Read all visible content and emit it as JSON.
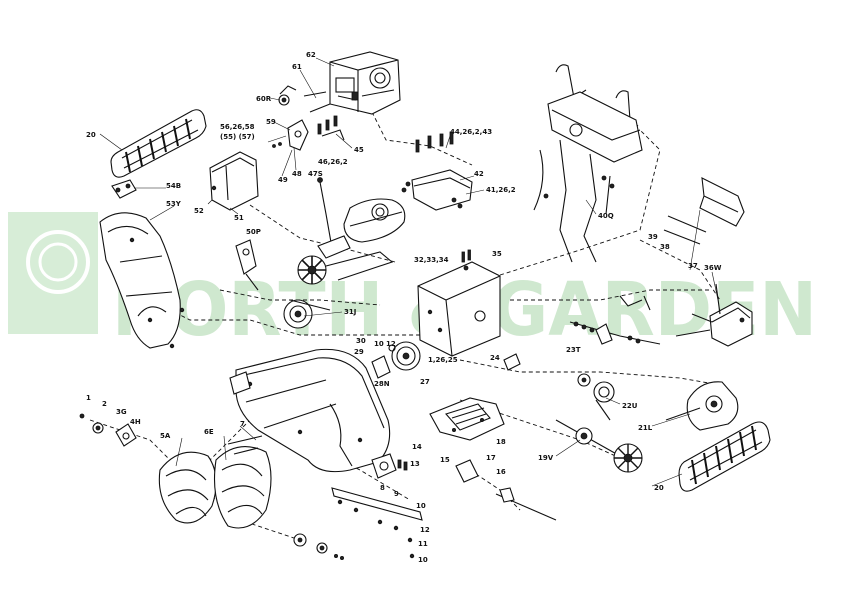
{
  "watermark": {
    "text": "NORTH & GARDEN",
    "color": "#cfe8cf"
  },
  "labels": [
    {
      "id": "20a",
      "text": "20"
    },
    {
      "id": "61",
      "text": "61"
    },
    {
      "id": "62",
      "text": "62"
    },
    {
      "id": "60r",
      "text": "60R"
    },
    {
      "id": "59",
      "text": "59"
    },
    {
      "id": "56",
      "text": "56,26,58"
    },
    {
      "id": "55",
      "text": "(55)  (57)"
    },
    {
      "id": "48",
      "text": "48"
    },
    {
      "id": "47s",
      "text": "47S"
    },
    {
      "id": "49",
      "text": "49"
    },
    {
      "id": "45",
      "text": "45"
    },
    {
      "id": "46",
      "text": "46,26,2"
    },
    {
      "id": "44",
      "text": "44,26,2,43"
    },
    {
      "id": "42",
      "text": "42"
    },
    {
      "id": "41",
      "text": "41,26,2"
    },
    {
      "id": "54b",
      "text": "54B"
    },
    {
      "id": "53y",
      "text": "53Y"
    },
    {
      "id": "52",
      "text": "52"
    },
    {
      "id": "51",
      "text": "51"
    },
    {
      "id": "50p",
      "text": "50P"
    },
    {
      "id": "31j",
      "text": "31J"
    },
    {
      "id": "32",
      "text": "32,33,34"
    },
    {
      "id": "35",
      "text": "35"
    },
    {
      "id": "40q",
      "text": "40Q"
    },
    {
      "id": "39",
      "text": "39"
    },
    {
      "id": "38",
      "text": "38"
    },
    {
      "id": "37",
      "text": "37"
    },
    {
      "id": "36w",
      "text": "36W"
    },
    {
      "id": "30",
      "text": "30"
    },
    {
      "id": "29",
      "text": "29"
    },
    {
      "id": "10a",
      "text": "10"
    },
    {
      "id": "12a",
      "text": "12"
    },
    {
      "id": "28n",
      "text": "28N"
    },
    {
      "id": "27",
      "text": "27"
    },
    {
      "id": "1",
      "text": "1,26,25"
    },
    {
      "id": "24",
      "text": "24"
    },
    {
      "id": "23t",
      "text": "23T"
    },
    {
      "id": "22u",
      "text": "22U"
    },
    {
      "id": "21l",
      "text": "21L"
    },
    {
      "id": "1b",
      "text": "1"
    },
    {
      "id": "2",
      "text": "2"
    },
    {
      "id": "3g",
      "text": "3G"
    },
    {
      "id": "4h",
      "text": "4H"
    },
    {
      "id": "5a",
      "text": "5A"
    },
    {
      "id": "6e",
      "text": "6E"
    },
    {
      "id": "7",
      "text": "7"
    },
    {
      "id": "14",
      "text": "14"
    },
    {
      "id": "13",
      "text": "13"
    },
    {
      "id": "8",
      "text": "8"
    },
    {
      "id": "9",
      "text": "9"
    },
    {
      "id": "10b",
      "text": "10"
    },
    {
      "id": "12b",
      "text": "12"
    },
    {
      "id": "11",
      "text": "11"
    },
    {
      "id": "10c",
      "text": "10"
    },
    {
      "id": "15",
      "text": "15"
    },
    {
      "id": "16",
      "text": "16"
    },
    {
      "id": "17",
      "text": "17"
    },
    {
      "id": "18",
      "text": "18"
    },
    {
      "id": "19v",
      "text": "19V"
    },
    {
      "id": "20b",
      "text": "20"
    }
  ]
}
